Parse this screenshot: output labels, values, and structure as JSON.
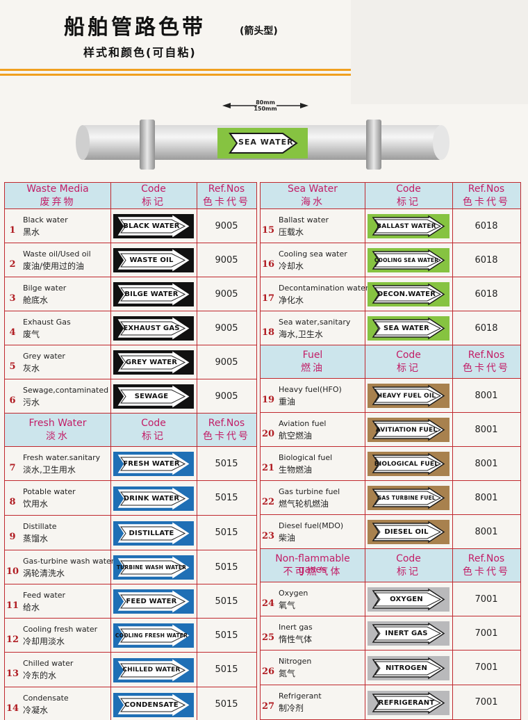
{
  "header": {
    "title": "船舶管路色带",
    "subtitle": "(箭头型)",
    "subtitle2": "样式和颜色(可自粘)"
  },
  "illustration": {
    "dim1": "80mm",
    "dim2": "150mm",
    "label": "SEA WATER"
  },
  "colors": {
    "black": "#111111",
    "blue": "#1f6fb5",
    "green": "#86c341",
    "brown": "#a8814e",
    "gray": "#b9b9bb",
    "accent": "#c21d66",
    "number": "#b01c22",
    "line": "#c0272d",
    "header_bg": "#cce5ec"
  },
  "left_table": {
    "sections": [
      {
        "head": {
          "en": "Waste Media",
          "cn": "废弃物",
          "code_en": "Code",
          "code_cn": "标记",
          "ref_en": "Ref.Nos",
          "ref_cn": "色卡代号"
        },
        "color": "black",
        "items": [
          {
            "no": "1",
            "en": "Black water",
            "cn": "黑水",
            "code": "BLACK WATER",
            "ref": "9005"
          },
          {
            "no": "2",
            "en": "Waste oil/Used oil",
            "cn": "废油/使用过的油",
            "code": "WASTE OIL",
            "ref": "9005"
          },
          {
            "no": "3",
            "en": "Bilge water",
            "cn": "舱底水",
            "code": "BILGE WATER",
            "ref": "9005"
          },
          {
            "no": "4",
            "en": "Exhaust Gas",
            "cn": "废气",
            "code": "EXHAUST GAS",
            "ref": "9005"
          },
          {
            "no": "5",
            "en": "Grey water",
            "cn": "灰水",
            "code": "GREY WATER",
            "ref": "9005"
          },
          {
            "no": "6",
            "en": "Sewage,contaminated",
            "cn": "污水",
            "code": "SEWAGE",
            "ref": "9005"
          }
        ]
      },
      {
        "head": {
          "en": "Fresh Water",
          "cn": "淡水",
          "code_en": "Code",
          "code_cn": "标记",
          "ref_en": "Ref.Nos",
          "ref_cn": "色卡代号"
        },
        "color": "blue",
        "items": [
          {
            "no": "7",
            "en": "Fresh water.sanitary",
            "cn": "淡水,卫生用水",
            "code": "FRESH WATER",
            "ref": "5015"
          },
          {
            "no": "8",
            "en": "Potable water",
            "cn": "饮用水",
            "code": "DRINK WATER",
            "ref": "5015"
          },
          {
            "no": "9",
            "en": "Distillate",
            "cn": "蒸馏水",
            "code": "DISTILLATE",
            "ref": "5015"
          },
          {
            "no": "10",
            "en": "Gas-turbine wash water",
            "cn": "涡轮清洗水",
            "code": "TURBINE WASH WATER",
            "ref": "5015"
          },
          {
            "no": "11",
            "en": "Feed water",
            "cn": "给水",
            "code": "FEED WATER",
            "ref": "5015"
          },
          {
            "no": "12",
            "en": "Cooling fresh water",
            "cn": "冷却用淡水",
            "code": "COOLING FRESH WATER",
            "ref": "5015"
          },
          {
            "no": "13",
            "en": "Chilled water",
            "cn": "冷东的水",
            "code": "CHILLED WATER",
            "ref": "5015"
          },
          {
            "no": "14",
            "en": "Condensate",
            "cn": "冷凝水",
            "code": "CONDENSATE",
            "ref": "5015"
          }
        ]
      }
    ]
  },
  "right_table": {
    "sections": [
      {
        "head": {
          "en": "Sea Water",
          "cn": "海水",
          "code_en": "Code",
          "code_cn": "标记",
          "ref_en": "Ref.Nos",
          "ref_cn": "色卡代号"
        },
        "color": "green",
        "items": [
          {
            "no": "15",
            "en": "Ballast water",
            "cn": "压载水",
            "code": "BALLAST WATER",
            "ref": "6018"
          },
          {
            "no": "16",
            "en": "Cooling sea water",
            "cn": "冷却水",
            "code": "COOLING SEA WATER",
            "ref": "6018"
          },
          {
            "no": "17",
            "en": "Decontamination water",
            "cn": "净化水",
            "code": "DECON.WATER",
            "ref": "6018"
          },
          {
            "no": "18",
            "en": "Sea water,sanitary",
            "cn": "海水,卫生水",
            "code": "SEA WATER",
            "ref": "6018"
          }
        ]
      },
      {
        "head": {
          "en": "Fuel",
          "cn": "燃油",
          "code_en": "Code",
          "code_cn": "标记",
          "ref_en": "Ref.Nos",
          "ref_cn": "色卡代号"
        },
        "color": "brown",
        "items": [
          {
            "no": "19",
            "en": "Heavy fuel(HFO)",
            "cn": "重油",
            "code": "HEAVY FUEL OIL",
            "ref": "8001"
          },
          {
            "no": "20",
            "en": "Aviation fuel",
            "cn": "航空燃油",
            "code": "AVITIATION FUEL",
            "ref": "8001"
          },
          {
            "no": "21",
            "en": "Biological fuel",
            "cn": "生物燃油",
            "code": "BIOLOGICAL FUEL",
            "ref": "8001"
          },
          {
            "no": "22",
            "en": "Gas turbine fuel",
            "cn": "燃气轮机燃油",
            "code": "GAS TURBINE FUEL",
            "ref": "8001"
          },
          {
            "no": "23",
            "en": "Diesel fuel(MDO)",
            "cn": "柴油",
            "code": "DIESEL OIL",
            "ref": "8001"
          }
        ]
      },
      {
        "head": {
          "en": "Non-flammable gases",
          "cn": "不可燃气体",
          "code_en": "Code",
          "code_cn": "标记",
          "ref_en": "Ref.Nos",
          "ref_cn": "色卡代号"
        },
        "color": "gray",
        "items": [
          {
            "no": "24",
            "en": "Oxygen",
            "cn": "氧气",
            "code": "OXYGEN",
            "ref": "7001"
          },
          {
            "no": "25",
            "en": "Inert gas",
            "cn": "惰性气体",
            "code": "INERT GAS",
            "ref": "7001"
          },
          {
            "no": "26",
            "en": "Nitrogen",
            "cn": "氮气",
            "code": "NITROGEN",
            "ref": "7001"
          },
          {
            "no": "27",
            "en": "Refrigerant",
            "cn": "制冷剂",
            "code": "REFRIGERANT",
            "ref": "7001"
          }
        ]
      }
    ]
  }
}
